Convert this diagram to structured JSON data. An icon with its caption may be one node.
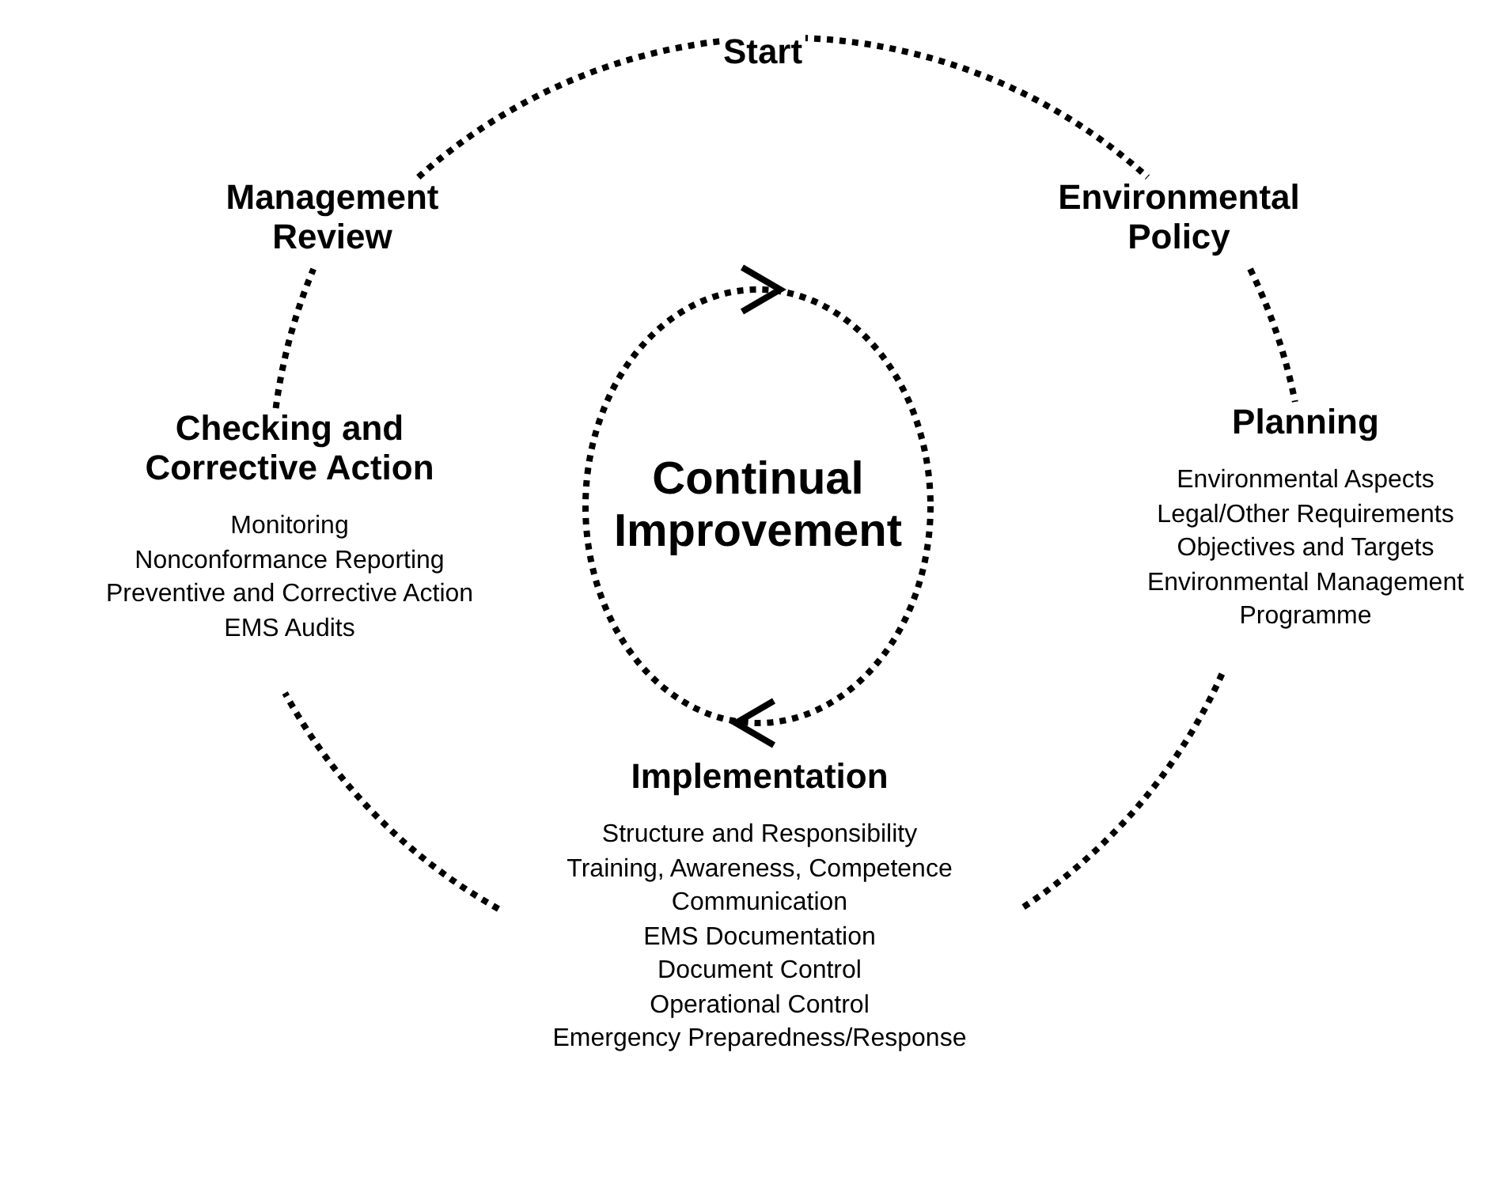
{
  "diagram": {
    "nodes": [
      {
        "text": [
          "Management Review"
        ]
      },
      {
        "text": [
          "Environmental Policy"
        ]
      },
      {
        "text": [
          "Planning",
          "Environmental Aspects",
          "Legal/Other Requirements",
          "Objectives and Targets",
          "Environmental Management Programme"
        ]
      },
      {
        "text": [
          "Implementation",
          "Structure and Responsibility",
          "Training, Awareness, Competence",
          "Communication",
          "EMS Documentation",
          "Document Control",
          "Operational Control",
          "Emergency Preparedness/Response"
        ]
      },
      {
        "text": [
          "Checking and Corrective Action",
          "Monitoring",
          "Nonconformance Reporting",
          "Preventive and Corrective Action",
          "EMS Audits"
        ]
      },
      {
        "text": [
          "Continual Improvement"
        ]
      }
    ],
    "edges": [
      {
        "from": 0,
        "to": 1,
        "arrow": "none",
        "label": "Start"
      },
      {
        "from": 1,
        "to": 2,
        "arrow": "none"
      },
      {
        "from": 2,
        "to": 3,
        "arrow": "none"
      },
      {
        "from": 3,
        "to": 4,
        "arrow": "none"
      },
      {
        "from": 4,
        "to": 0,
        "arrow": "none"
      }
    ]
  }
}
